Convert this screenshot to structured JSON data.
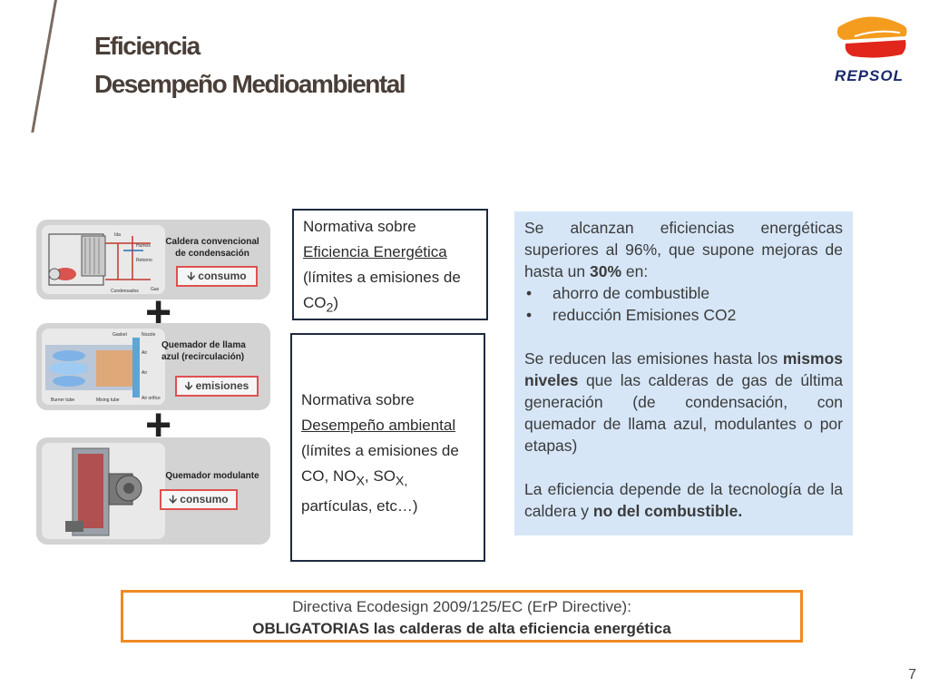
{
  "header": {
    "title_line1": "Eficiencia",
    "title_line2": "Desempeño Medioambiental",
    "logo_text": "REPSOL"
  },
  "panels": [
    {
      "title": "Caldera convencional de condensación",
      "pill": "🡫 consumo"
    },
    {
      "title": "Quemador de llama azul (recirculación)",
      "pill": "🡫 emisiones"
    },
    {
      "title": "Quemador modulante",
      "pill": "🡫 consumo"
    }
  ],
  "diagram_labels": {
    "p1": [
      "Ida",
      "Humos",
      "Retorno",
      "Condensados",
      "Gas"
    ],
    "p2": [
      "Gasket",
      "Nozzle",
      "Air",
      "Air",
      "Air orifice",
      "Burner tube",
      "Mixing tube"
    ]
  },
  "plus": "+",
  "norm1": {
    "line1": "Normativa sobre",
    "line2": "Eficiencia Energética",
    "line3": "(límites a emisiones de",
    "line4": "CO",
    "line4_sub": "2",
    "line4_end": ")"
  },
  "norm2": {
    "line1": "Normativa sobre",
    "line2": "Desempeño ambiental",
    "line3": "(límites a emisiones de",
    "line4_a": "CO, NO",
    "line4_sub1": "X",
    "line4_b": ", SO",
    "line4_sub2": "X,",
    "line5": "partículas, etc…)"
  },
  "bluebox": {
    "p1_a": "Se alcanzan eficiencias energéticas superiores al 96%, que supone mejoras de hasta un ",
    "p1_b": "30%",
    "p1_c": " en:",
    "bullets": [
      "ahorro de combustible",
      "reducción Emisiones CO2"
    ],
    "p2_a": "Se reducen las emisiones hasta los ",
    "p2_b": "mismos niveles",
    "p2_c": " que las calderas de gas de última generación (de condensación, con quemador de llama azul, modulantes o por etapas)",
    "p3_a": "La eficiencia depende de la tecnología de la caldera y ",
    "p3_b": "no del combustible."
  },
  "directive": {
    "line1": "Directiva Ecodesign 2009/125/EC (ErP Directive):",
    "line2": "OBLIGATORIAS las calderas de alta eficiencia energética"
  },
  "page_number": "7",
  "colors": {
    "title": "#4a3f38",
    "pill_border": "#e05050",
    "blue_box": "#d6e6f7",
    "directive_border": "#f08a24",
    "norm_border": "#1e2a40",
    "logo_orange": "#f39c1e",
    "logo_red": "#e1261c",
    "logo_navy": "#1a2a6c"
  }
}
